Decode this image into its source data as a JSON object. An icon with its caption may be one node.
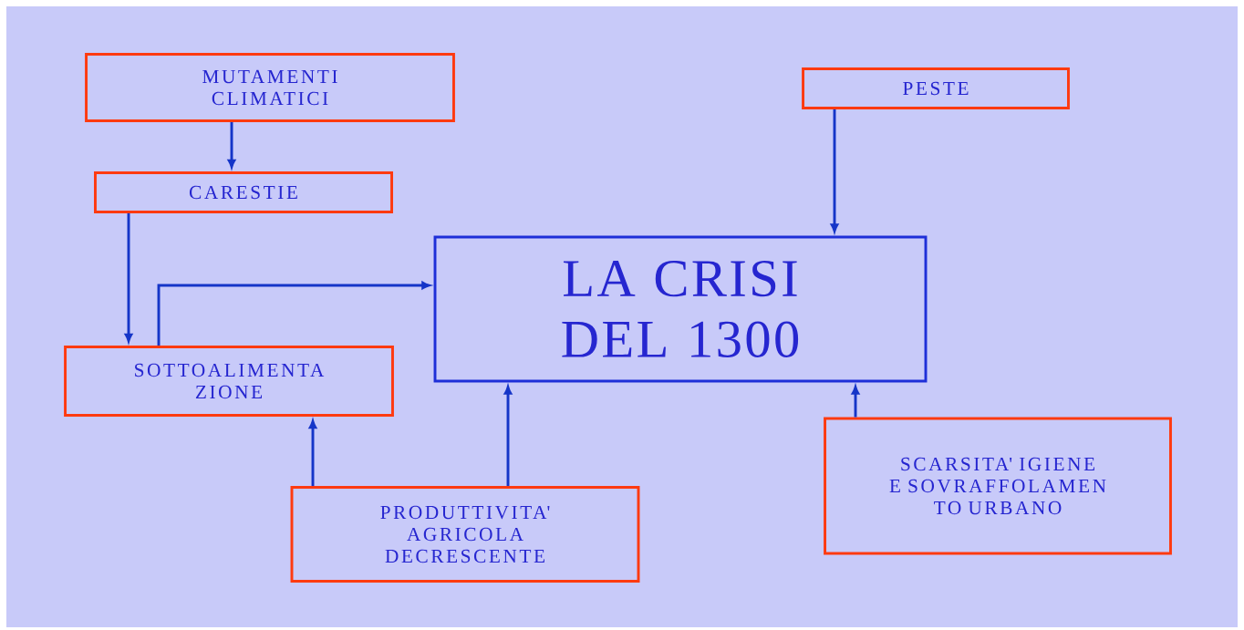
{
  "diagram": {
    "nodes": [
      {
        "text": [
          "MUTAMENTI CLIMATICI"
        ]
      },
      {
        "text": [
          "PESTE"
        ]
      },
      {
        "text": [
          "CARESTIE"
        ]
      },
      {
        "text": [
          "LA CRISI DEL 1300"
        ]
      },
      {
        "text": [
          "SOTTOALIMENTA ZIONE"
        ]
      },
      {
        "text": [
          "PRODUTTIVITA' AGRICOLA DECRESCENTE"
        ]
      },
      {
        "text": [
          "SCARSITA' IGIENE E SOVRAFFOLAMEN TO URBANO"
        ]
      }
    ],
    "edges": [
      {
        "from": 0,
        "to": 2,
        "arrow": "to"
      },
      {
        "from": 2,
        "to": 4,
        "arrow": "to"
      },
      {
        "from": 4,
        "to": 3,
        "arrow": "to"
      },
      {
        "from": 1,
        "to": 3,
        "arrow": "to"
      },
      {
        "from": 5,
        "to": 4,
        "arrow": "to"
      },
      {
        "from": 5,
        "to": 3,
        "arrow": "to"
      },
      {
        "from": 6,
        "to": 3,
        "arrow": "to"
      }
    ]
  }
}
